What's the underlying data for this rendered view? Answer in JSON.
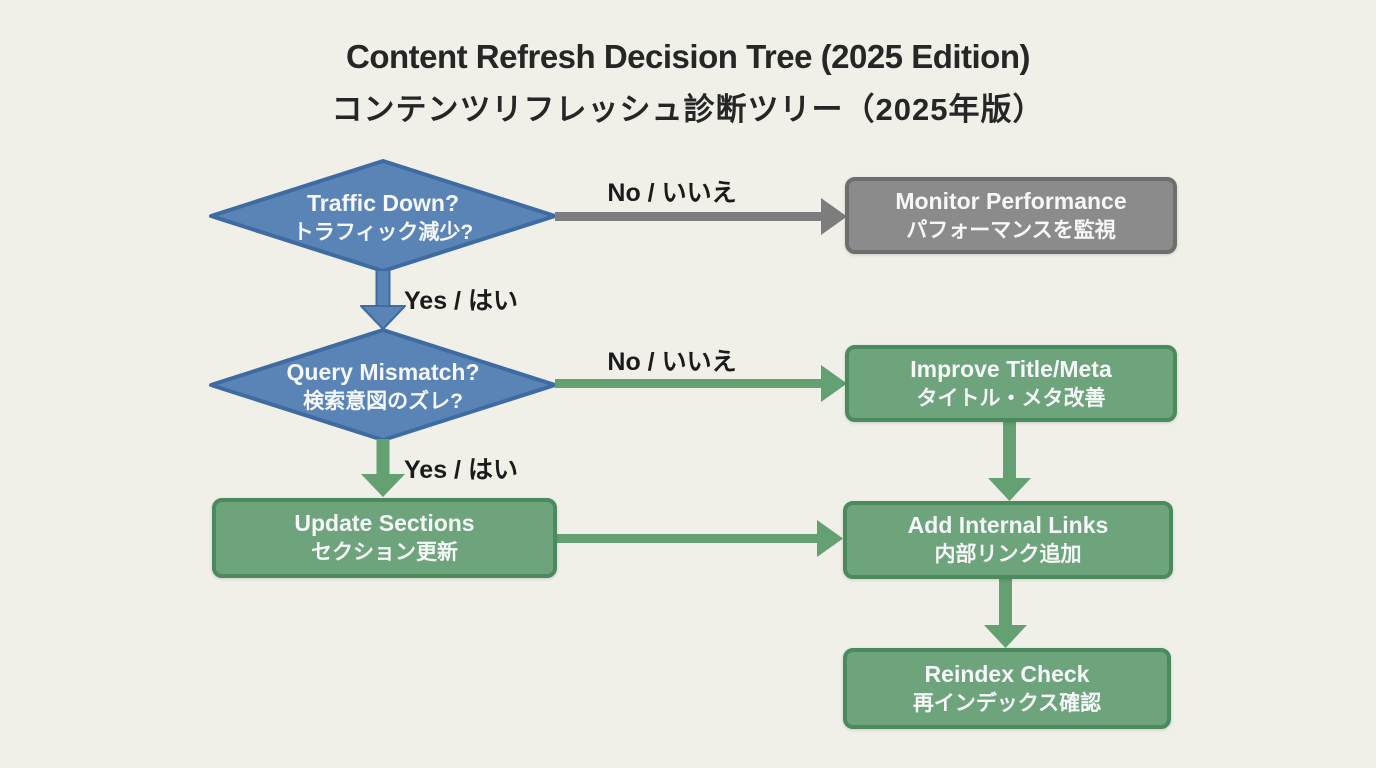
{
  "title": {
    "en": "Content Refresh Decision Tree (2025 Edition)",
    "ja": "コンテンツリフレッシュ診断ツリー（2025年版）"
  },
  "nodes": {
    "traffic_down": {
      "type": "decision",
      "en": "Traffic Down?",
      "ja": "トラフィック減少?"
    },
    "query_mismatch": {
      "type": "decision",
      "en": "Query Mismatch?",
      "ja": "検索意図のズレ?"
    },
    "monitor_performance": {
      "type": "action-gray",
      "en": "Monitor Performance",
      "ja": "パフォーマンスを監視"
    },
    "improve_title_meta": {
      "type": "action-green",
      "en": "Improve Title/Meta",
      "ja": "タイトル・メタ改善"
    },
    "update_sections": {
      "type": "action-green",
      "en": "Update Sections",
      "ja": "セクション更新"
    },
    "add_internal_links": {
      "type": "action-green",
      "en": "Add Internal Links",
      "ja": "内部リンク追加"
    },
    "reindex_check": {
      "type": "action-green",
      "en": "Reindex Check",
      "ja": "再インデックス確認"
    }
  },
  "edges": [
    {
      "from": "traffic_down",
      "to": "monitor_performance",
      "label": "No / いいえ",
      "color": "gray"
    },
    {
      "from": "traffic_down",
      "to": "query_mismatch",
      "label": "Yes / はい",
      "color": "blue"
    },
    {
      "from": "query_mismatch",
      "to": "improve_title_meta",
      "label": "No / いいえ",
      "color": "green"
    },
    {
      "from": "query_mismatch",
      "to": "update_sections",
      "label": "Yes / はい",
      "color": "green"
    },
    {
      "from": "update_sections",
      "to": "add_internal_links",
      "label": "",
      "color": "green"
    },
    {
      "from": "improve_title_meta",
      "to": "add_internal_links",
      "label": "",
      "color": "green"
    },
    {
      "from": "add_internal_links",
      "to": "reindex_check",
      "label": "",
      "color": "green"
    }
  ],
  "colors": {
    "background": "#f0efe8",
    "title_text": "#262626",
    "node_text": "#f5f7f8",
    "label_text": "#1b1b1b",
    "decision_fill": "#5b84b6",
    "decision_border": "#3d6ba2",
    "green_fill": "#6ea47c",
    "green_border": "#4a8a5c",
    "gray_fill": "#8b8b8b",
    "gray_border": "#6e6e6e",
    "arrow_green": "#63a072",
    "arrow_gray": "#7d7d7d",
    "arrow_blue": "#5b84b6"
  }
}
